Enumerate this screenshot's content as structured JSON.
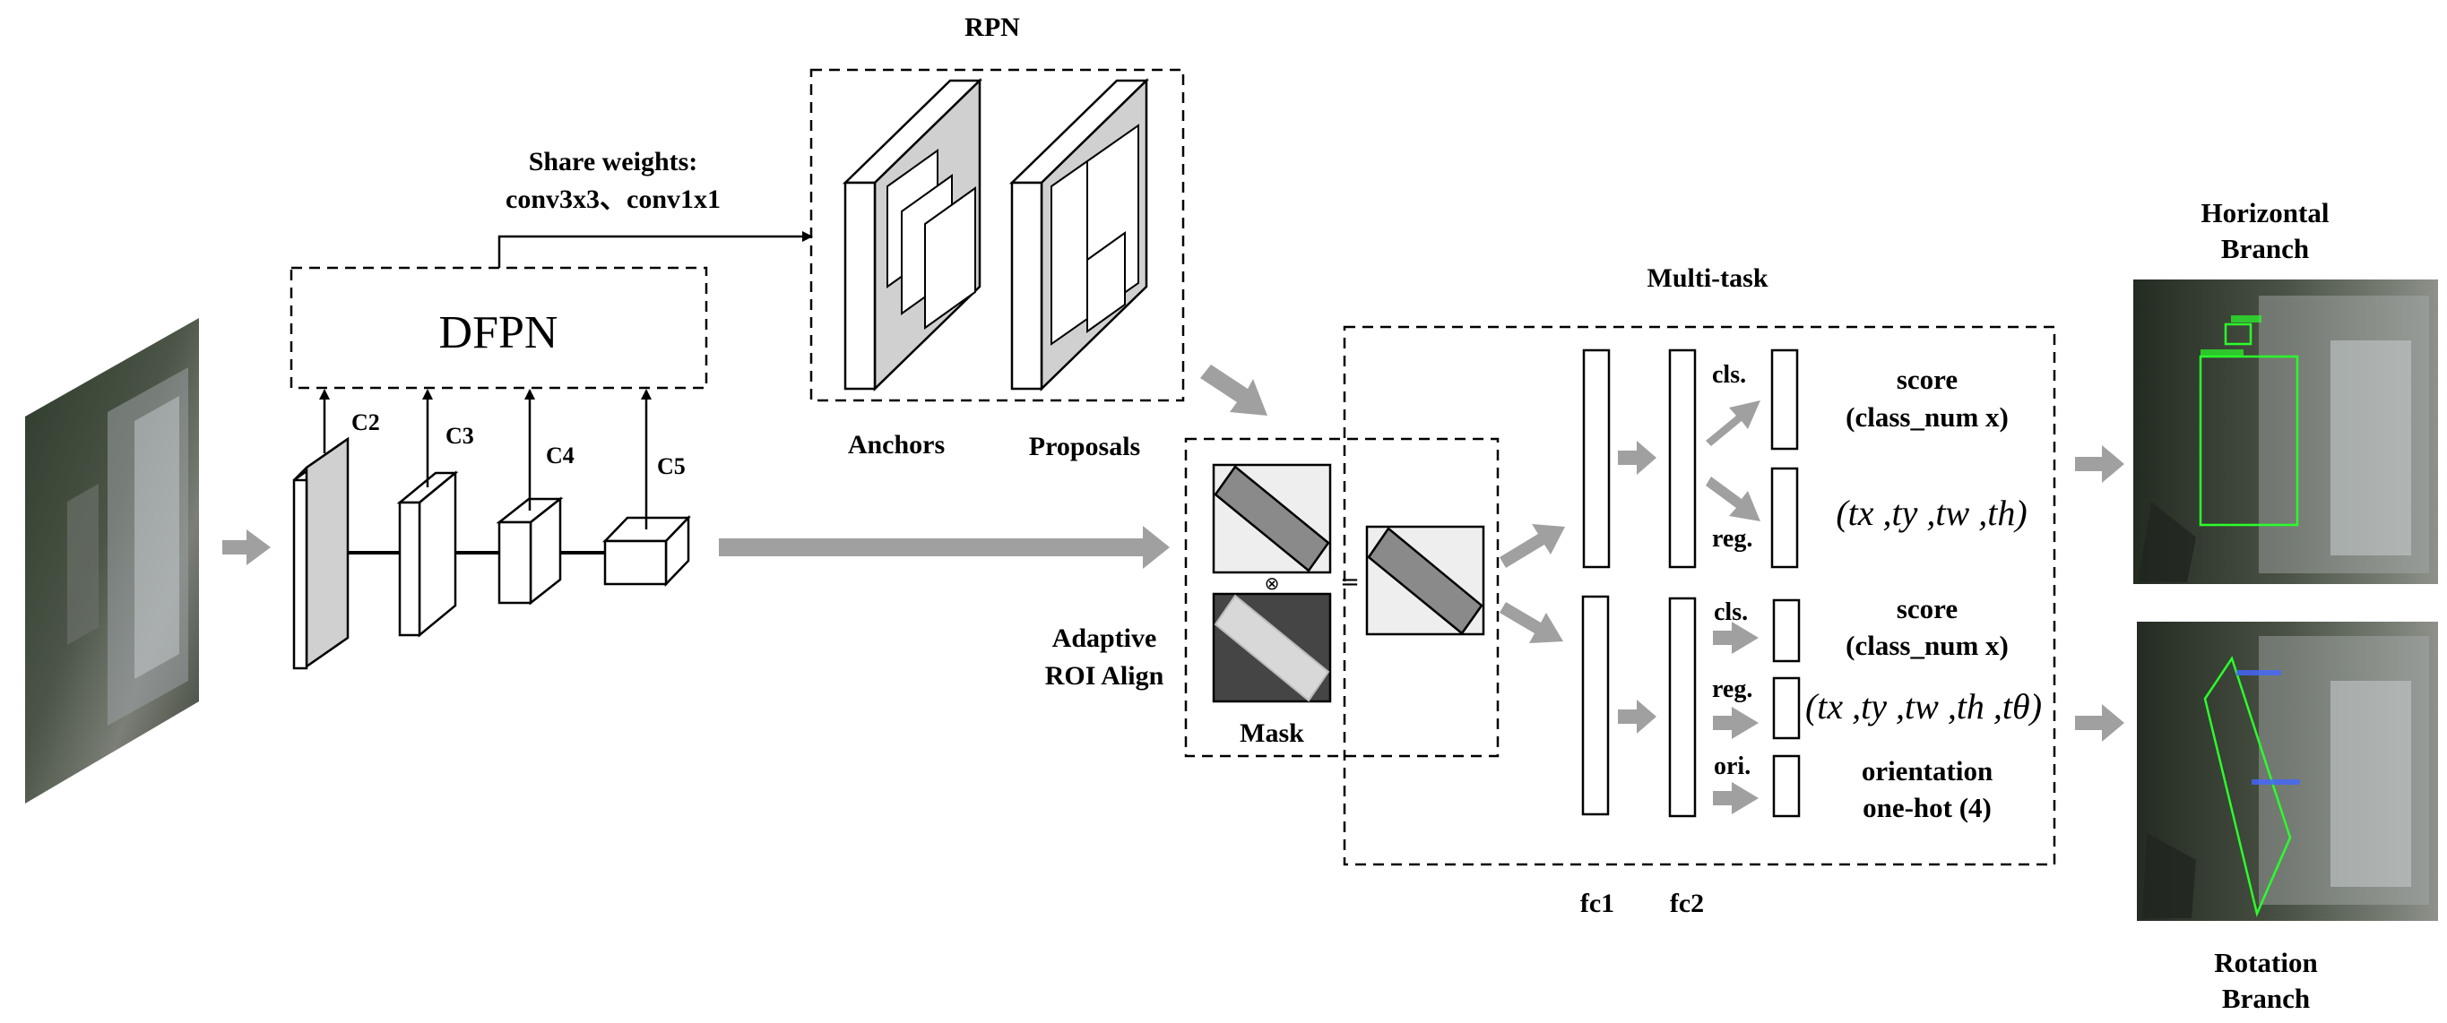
{
  "labels": {
    "rpn": "RPN",
    "share_weights_1": "Share weights:",
    "share_weights_2": "conv3x3、conv1x1",
    "dfpn": "DFPN",
    "c2": "C2",
    "c3": "C3",
    "c4": "C4",
    "c5": "C5",
    "anchors": "Anchors",
    "proposals": "Proposals",
    "adaptive": "Adaptive",
    "roi_align": "ROI Align",
    "mask": "Mask",
    "multitask": "Multi-task",
    "fc1": "fc1",
    "fc2": "fc2",
    "cls_top": "cls.",
    "reg_top": "reg.",
    "cls_bottom": "cls.",
    "reg_bottom": "reg.",
    "ori": "ori.",
    "score1": "score",
    "classnum1": "(class_num x)",
    "score2": "score",
    "classnum2": "(class_num x)",
    "reg_formula_top": "(tx ,ty ,tw ,th)",
    "reg_formula_bottom": "(tx ,ty ,tw ,th ,tθ)",
    "orientation": "orientation",
    "onehot": "one-hot (4)",
    "horizontal": "Horizontal",
    "branch_h": "Branch",
    "rotation": "Rotation",
    "branch_r": "Branch",
    "times_sym": "⊗",
    "equals_sym": "="
  },
  "colors": {
    "arrow_gray": "#a0a0a0",
    "panel_gray": "#d0d0d0",
    "box_light": "#eeeeee",
    "box_dark": "#454545",
    "rotated_rect": "#8a8a8a",
    "detection_green": "#2aff2a"
  }
}
